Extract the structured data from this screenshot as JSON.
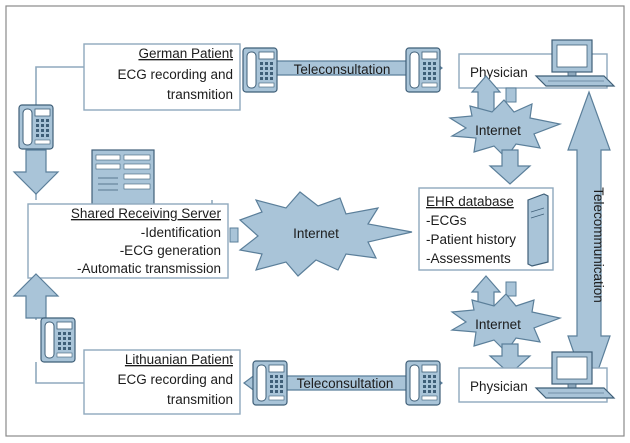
{
  "german_patient": {
    "title": "German Patient",
    "lines": [
      "ECG recording and",
      "transmition"
    ]
  },
  "lithuanian_patient": {
    "title": "Lithuanian Patient",
    "lines": [
      "ECG recording and",
      "transmition"
    ]
  },
  "server": {
    "title": "Shared Receiving Server",
    "lines": [
      "-Identification",
      "-ECG generation",
      "-Automatic transmission"
    ]
  },
  "ehr": {
    "title": "EHR database",
    "lines": [
      "-ECGs",
      "-Patient history",
      "-Assessments"
    ]
  },
  "physician_top": "Physician",
  "physician_bottom": "Physician",
  "teleconsultation_top": "Teleconsultation",
  "teleconsultation_bottom": "Teleconsultation",
  "internet_center": "Internet",
  "internet_top": "Internet",
  "internet_bottom": "Internet",
  "telecommunication": "Telecommunication",
  "colors": {
    "fill": "#a9c4d8",
    "stroke": "#5b7f9a",
    "line": "#8fa9bd",
    "dark": "#3f5f78"
  }
}
